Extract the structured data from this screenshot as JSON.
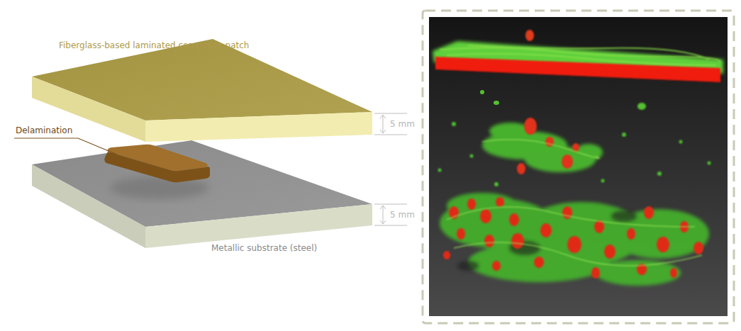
{
  "diagram": {
    "labels": [
      "Fiberglass-based laminated composite patch",
      "Delamination",
      "5 mm",
      "5 mm",
      "Metallic substrate (steel)"
    ]
  }
}
